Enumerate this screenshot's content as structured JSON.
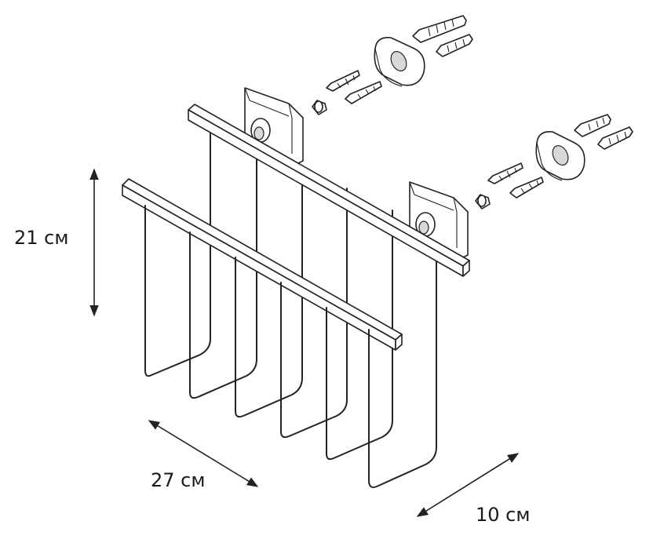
{
  "dimensions": {
    "height": "21 см",
    "width": "27 см",
    "depth": "10 см"
  }
}
